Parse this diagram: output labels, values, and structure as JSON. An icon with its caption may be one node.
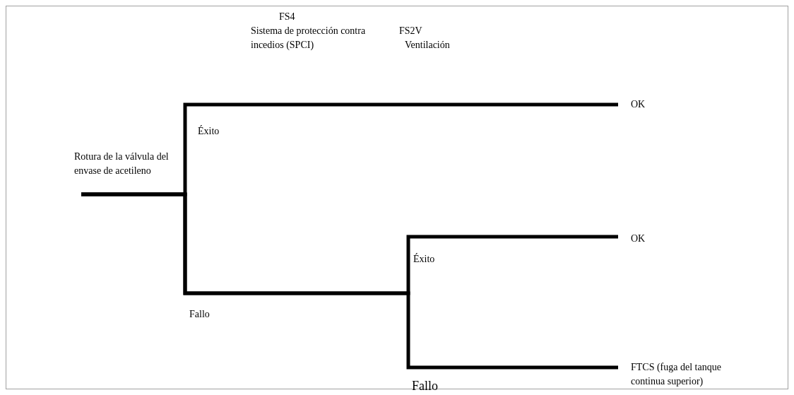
{
  "diagram": {
    "nodes": [
      {
        "text": [
          "Rotura de la válvula del envase de acetileno"
        ]
      },
      {
        "text": [
          "OK"
        ]
      },
      {
        "text": [
          "OK"
        ]
      },
      {
        "text": [
          "FTCS (fuga del tanque continua superior)"
        ]
      }
    ],
    "edges": [
      {
        "from": 0,
        "to": 1,
        "arrow": "none"
      },
      {
        "from": 0,
        "to": 2,
        "arrow": "none"
      },
      {
        "from": 0,
        "to": 3,
        "arrow": "none"
      }
    ],
    "labels": [
      "FS4",
      "Sistema de protección contra incedios (SPCI)",
      "FS2V",
      "Ventilación",
      "Éxito",
      "Éxito",
      "Fallo",
      "Fallo"
    ]
  }
}
